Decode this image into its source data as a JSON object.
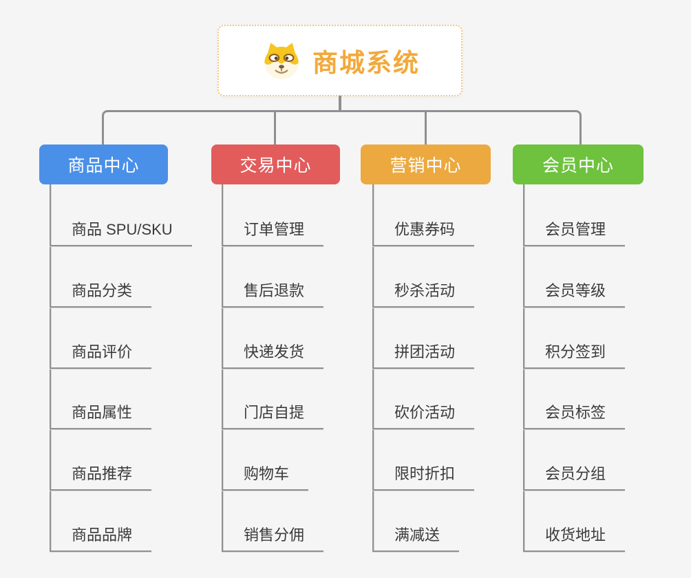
{
  "root": {
    "label": "商城系统",
    "icon": "shiba-dog-icon",
    "text_color": "#f2a93b",
    "border_color": "#f3c77d"
  },
  "connector_color": "#8f8f8f",
  "background_color": "#f5f5f5",
  "branches": [
    {
      "label": "商品中心",
      "color": "#4a90e8",
      "children": [
        "商品 SPU/SKU",
        "商品分类",
        "商品评价",
        "商品属性",
        "商品推荐",
        "商品品牌"
      ]
    },
    {
      "label": "交易中心",
      "color": "#e25c5c",
      "children": [
        "订单管理",
        "售后退款",
        "快递发货",
        "门店自提",
        "购物车",
        "销售分佣"
      ]
    },
    {
      "label": "营销中心",
      "color": "#eca93f",
      "children": [
        "优惠券码",
        "秒杀活动",
        "拼团活动",
        "砍价活动",
        "限时折扣",
        "满减送"
      ]
    },
    {
      "label": "会员中心",
      "color": "#6ec23e",
      "children": [
        "会员管理",
        "会员等级",
        "积分签到",
        "会员标签",
        "会员分组",
        "收货地址"
      ]
    }
  ]
}
